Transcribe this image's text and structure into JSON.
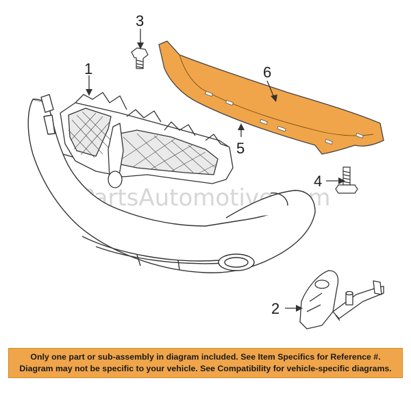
{
  "diagram": {
    "watermark": "PartsAutomotive.com",
    "callouts": [
      {
        "id": "1",
        "part": "grille"
      },
      {
        "id": "2",
        "part": "bracket"
      },
      {
        "id": "3",
        "part": "bolt"
      },
      {
        "id": "4",
        "part": "bolt"
      },
      {
        "id": "5",
        "part": "absorber"
      },
      {
        "id": "6",
        "part": "reinforcement"
      }
    ],
    "colors": {
      "highlight": "#f0a54a",
      "notice_background": "#f0a54a",
      "line": "#333333"
    }
  },
  "notice": {
    "line1": "Only one part or sub-assembly in diagram included. See Item Specifics for Reference #.",
    "line2": "Diagram may not be specific to your vehicle. See Compatibility for vehicle-specific diagrams."
  }
}
